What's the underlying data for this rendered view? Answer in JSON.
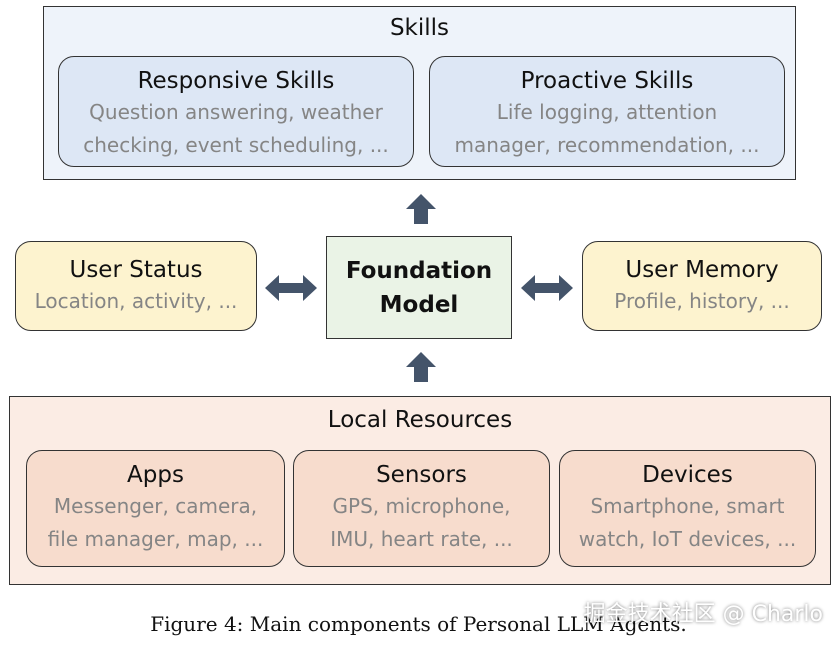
{
  "skills": {
    "title": "Skills",
    "responsive": {
      "title": "Responsive Skills",
      "line1": "Question answering, weather",
      "line2": "checking, event scheduling, ..."
    },
    "proactive": {
      "title": "Proactive Skills",
      "line1": "Life logging, attention",
      "line2": "manager, recommendation, ..."
    }
  },
  "user_status": {
    "title": "User Status",
    "desc": "Location, activity, ..."
  },
  "foundation": {
    "line1": "Foundation",
    "line2": "Model"
  },
  "user_memory": {
    "title": "User Memory",
    "desc": "Profile, history, ..."
  },
  "local": {
    "title": "Local Resources",
    "apps": {
      "title": "Apps",
      "line1": "Messenger, camera,",
      "line2": "file manager, map, ..."
    },
    "sensors": {
      "title": "Sensors",
      "line1": "GPS, microphone,",
      "line2": "IMU, heart rate, ..."
    },
    "devices": {
      "title": "Devices",
      "line1": "Smartphone, smart",
      "line2": "watch, IoT devices, ..."
    }
  },
  "caption": "Figure 4: Main components of Personal LLM Agents.",
  "watermark": "掘金技术社区 @ Charlo",
  "colors": {
    "arrow": "#44546a",
    "skills_bg": "#eef3fa",
    "skill_card": "#dde7f5",
    "foundation_bg": "#eaf3e6",
    "status_card": "#fdf3cf",
    "local_bg": "#fbece4",
    "resource_card": "#f7dccd"
  }
}
